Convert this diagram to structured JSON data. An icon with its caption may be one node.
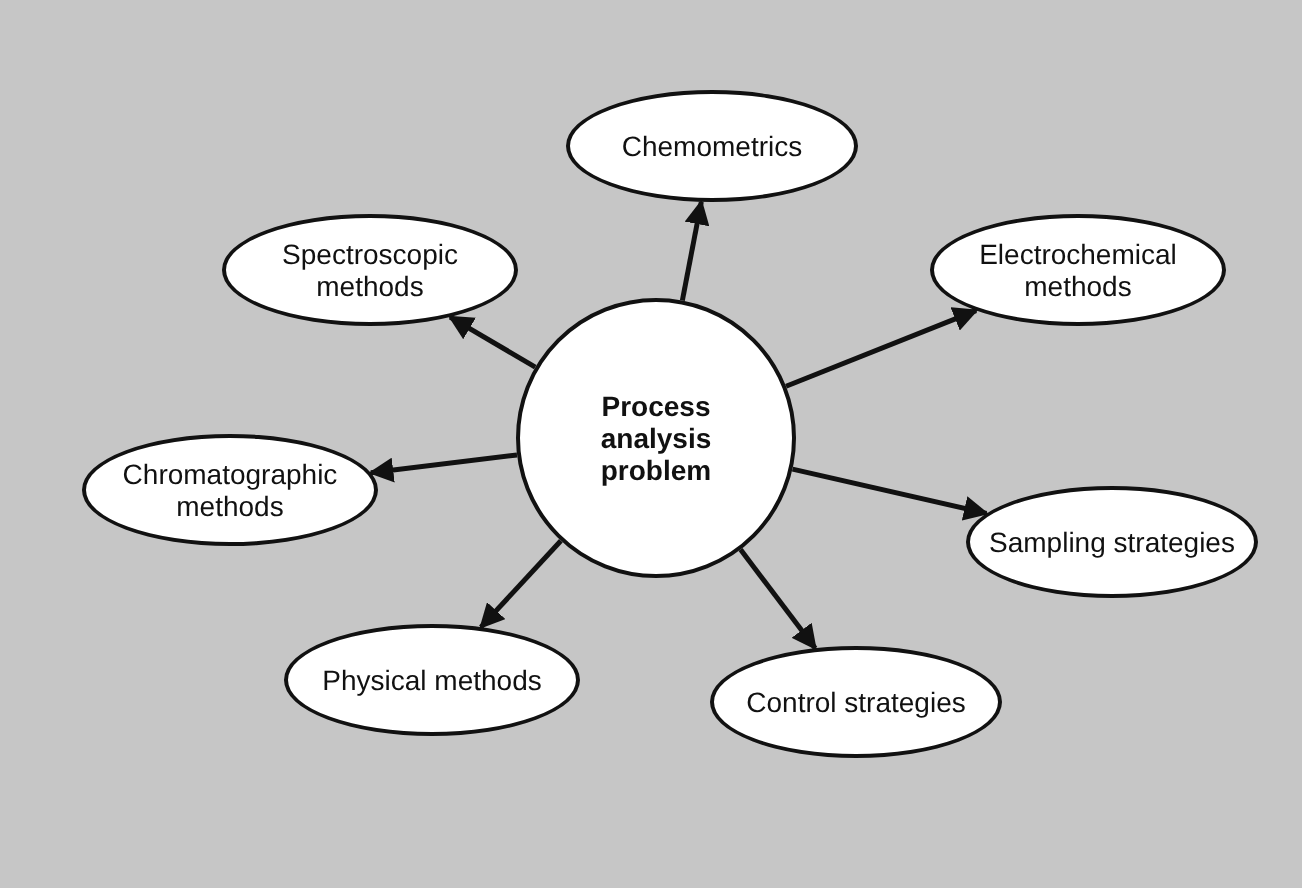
{
  "diagram": {
    "nodes": [
      {
        "text": [
          "Chemometrics"
        ]
      },
      {
        "text": [
          "Spectroscopic methods"
        ]
      },
      {
        "text": [
          "Electrochemical methods"
        ]
      },
      {
        "text": [
          "Process analysis problem"
        ]
      },
      {
        "text": [
          "Chromatographic methods"
        ]
      },
      {
        "text": [
          "Sampling strategies"
        ]
      },
      {
        "text": [
          "Physical methods"
        ]
      },
      {
        "text": [
          "Control strategies"
        ]
      }
    ],
    "edges": [
      {
        "from": 3,
        "to": 0,
        "arrow": "to"
      },
      {
        "from": 3,
        "to": 1,
        "arrow": "to"
      },
      {
        "from": 3,
        "to": 2,
        "arrow": "to"
      },
      {
        "from": 3,
        "to": 4,
        "arrow": "to"
      },
      {
        "from": 3,
        "to": 5,
        "arrow": "to"
      },
      {
        "from": 3,
        "to": 6,
        "arrow": "to"
      },
      {
        "from": 3,
        "to": 7,
        "arrow": "to"
      }
    ]
  }
}
